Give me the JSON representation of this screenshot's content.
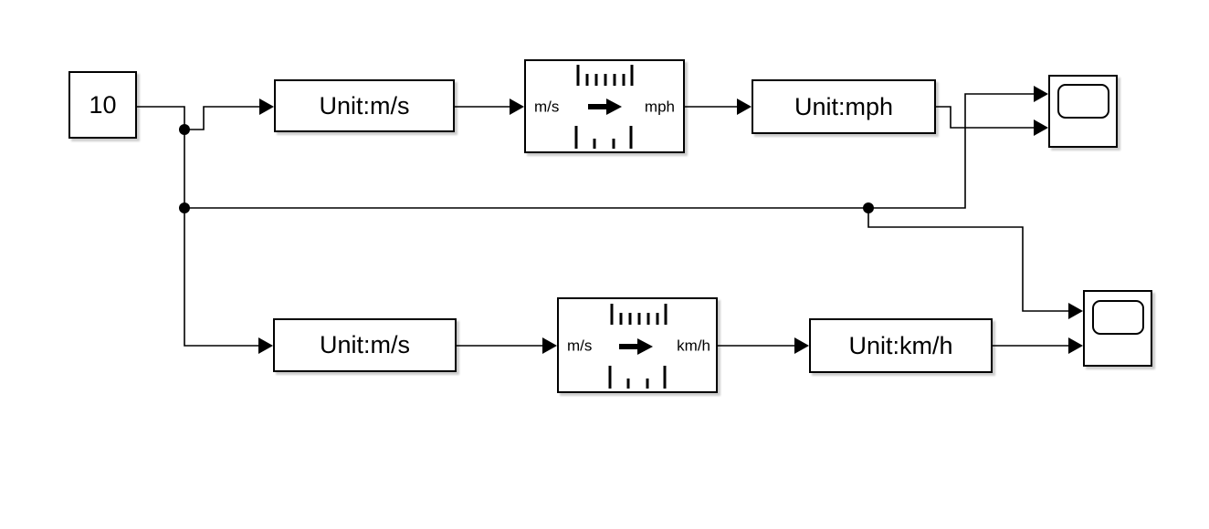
{
  "diagram": {
    "background_color": "#ffffff",
    "line_color": "#000000",
    "block_fill_color": "#ffffff",
    "constant": {
      "value": "10"
    },
    "top_path": {
      "unit_block": {
        "label": "Unit:m/s"
      },
      "conversion": {
        "from": "m/s",
        "to": "mph",
        "icon": "unit-conversion-ruler-arrow"
      },
      "out_unit_block": {
        "label": "Unit:mph"
      },
      "scope": {
        "icon": "scope-screen",
        "inputs": 2
      }
    },
    "bottom_path": {
      "unit_block": {
        "label": "Unit:m/s"
      },
      "conversion": {
        "from": "m/s",
        "to": "km/h",
        "icon": "unit-conversion-ruler-arrow"
      },
      "out_unit_block": {
        "label": "Unit:km/h"
      },
      "scope": {
        "icon": "scope-screen",
        "inputs": 2
      }
    }
  }
}
